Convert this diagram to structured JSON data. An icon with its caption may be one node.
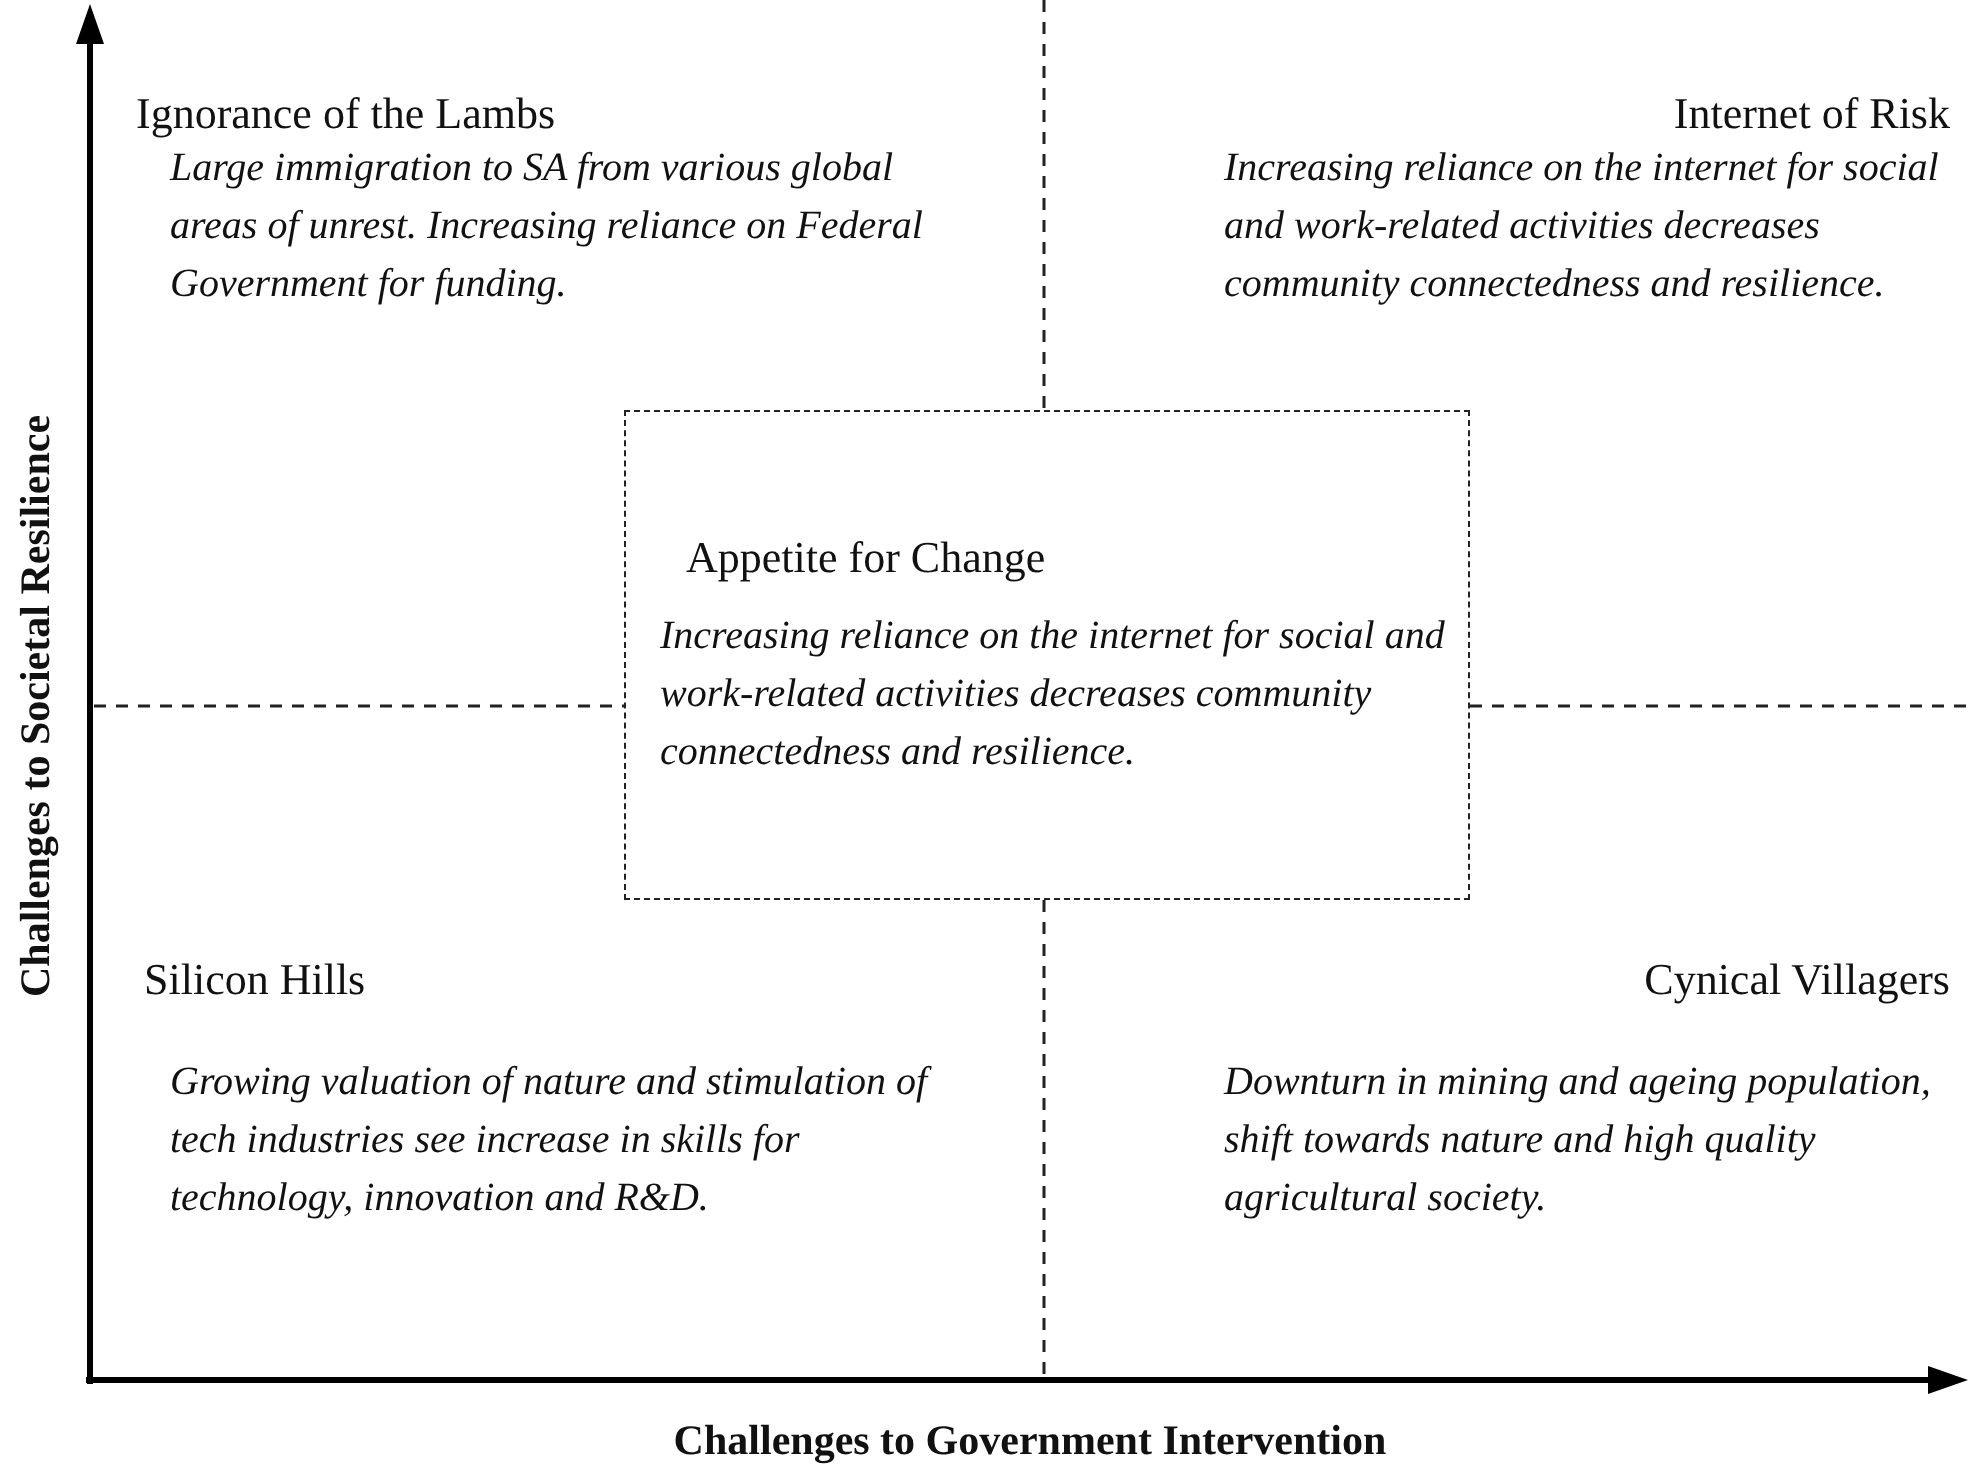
{
  "diagram": {
    "nodes": [
      {
        "text": [
          "Ignorance of the Lambs",
          "Large immigration to SA from various global areas of unrest. Increasing reliance on Federal Government for funding."
        ]
      },
      {
        "text": [
          "Internet of Risk",
          "Increasing reliance on the internet for social and work-related activities decreases community connectedness and resilience."
        ]
      },
      {
        "text": [
          "Appetite for Change",
          "Increasing reliance on the internet for social and work-related activities decreases community connectedness and resilience."
        ]
      },
      {
        "text": [
          "Silicon Hills",
          "Growing valuation of nature and stimulation of tech industries see increase in skills for technology, innovation and R&D."
        ]
      },
      {
        "text": [
          "Cynical Villagers",
          "Downturn in mining and ageing population, shift towards nature and high quality agricultural society."
        ]
      }
    ],
    "labels": [
      "Challenges to Societal Resilience",
      "Challenges to Government Intervention"
    ]
  }
}
